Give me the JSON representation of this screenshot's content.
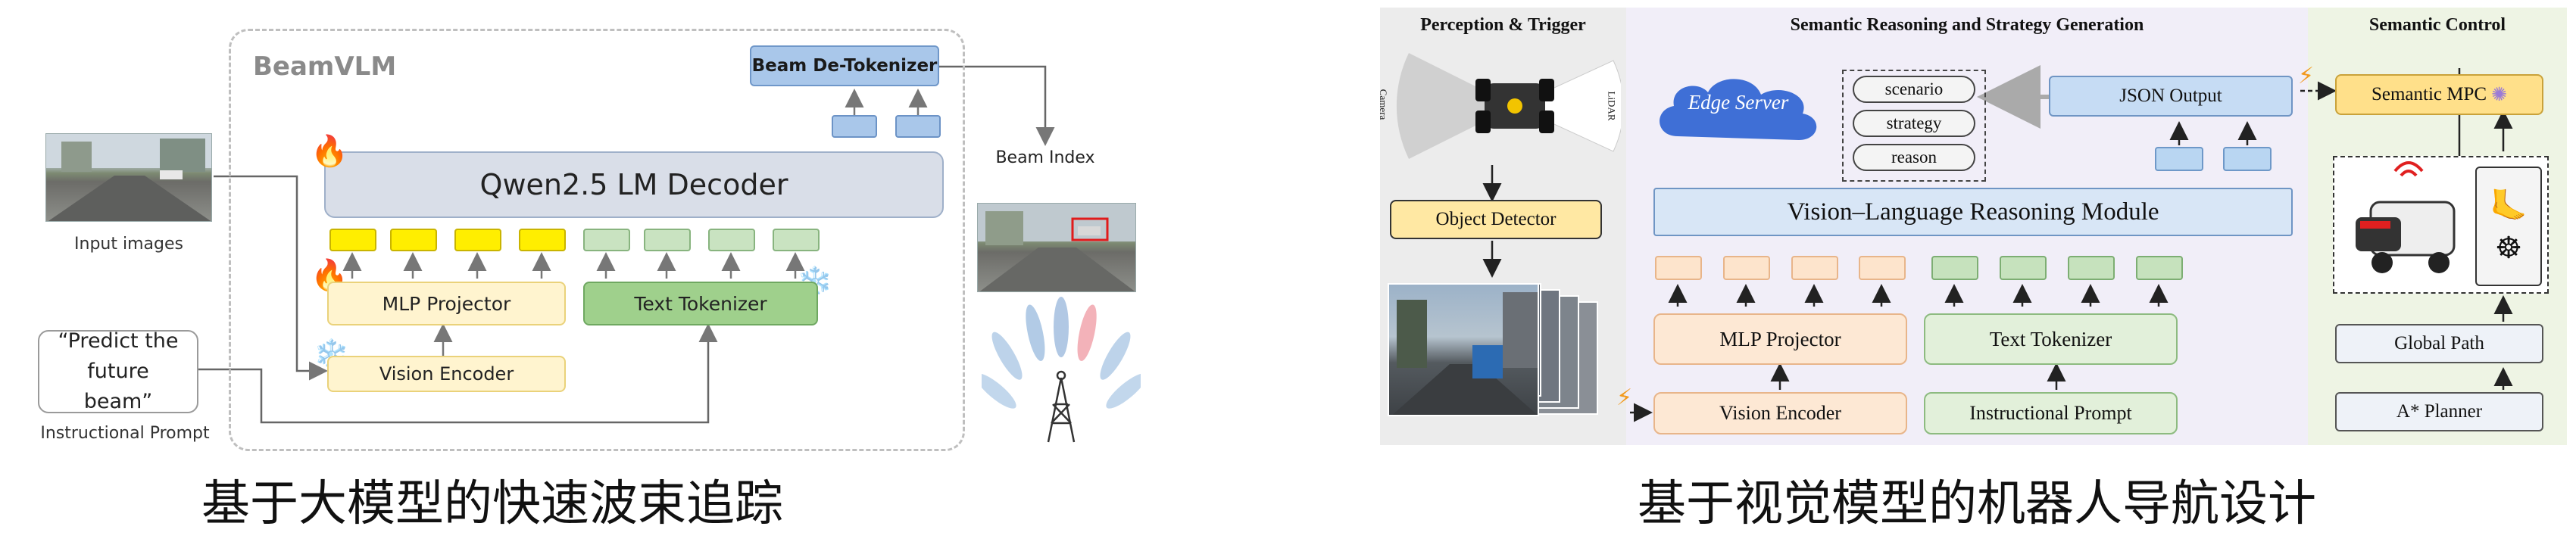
{
  "left": {
    "title": "BeamVLM",
    "input_images_label": "Input images",
    "prompt_text": "“Predict the future beam”",
    "prompt_label": "Instructional Prompt",
    "decoder_label": "Qwen2.5 LM Decoder",
    "detokenizer_label": "Beam De-Tokenizer",
    "mlp_label": "MLP Projector",
    "text_tokenizer_label": "Text Tokenizer",
    "vision_encoder_label": "Vision Encoder",
    "beam_index_label": "Beam Index",
    "caption": "基于大模型的快速波束追踪",
    "colors": {
      "decoder": "#d9dee8",
      "mlp": "#fff4cf",
      "text_tok": "#9fd08c",
      "detok": "#a9c7ea"
    }
  },
  "right": {
    "perception_title": "Perception & Trigger",
    "semantic_title": "Semantic Reasoning and Strategy Generation",
    "control_title": "Semantic Control",
    "camera_label": "Camera",
    "lidar_label": "LiDAR",
    "object_detector_label": "Object Detector",
    "edge_server_label": "Edge Server",
    "json_items": [
      "scenario",
      "strategy",
      "reason"
    ],
    "json_output_label": "JSON Output",
    "vlrm_label": "Vision–Language Reasoning Module",
    "mlp_label": "MLP Projector",
    "text_tokenizer_label": "Text Tokenizer",
    "vision_encoder_label": "Vision Encoder",
    "prompt_label": "Instructional Prompt",
    "mpc_label": "Semantic MPC",
    "global_path_label": "Global Path",
    "planner_label": "A* Planner",
    "caption": "基于视觉模型的机器人导航设计",
    "colors": {
      "perception_bg": "#ececec",
      "semantic_bg": "#f1eef8",
      "control_bg": "#eef4e4",
      "mpc": "#ffe08a",
      "json": "#c6dcf4"
    }
  }
}
